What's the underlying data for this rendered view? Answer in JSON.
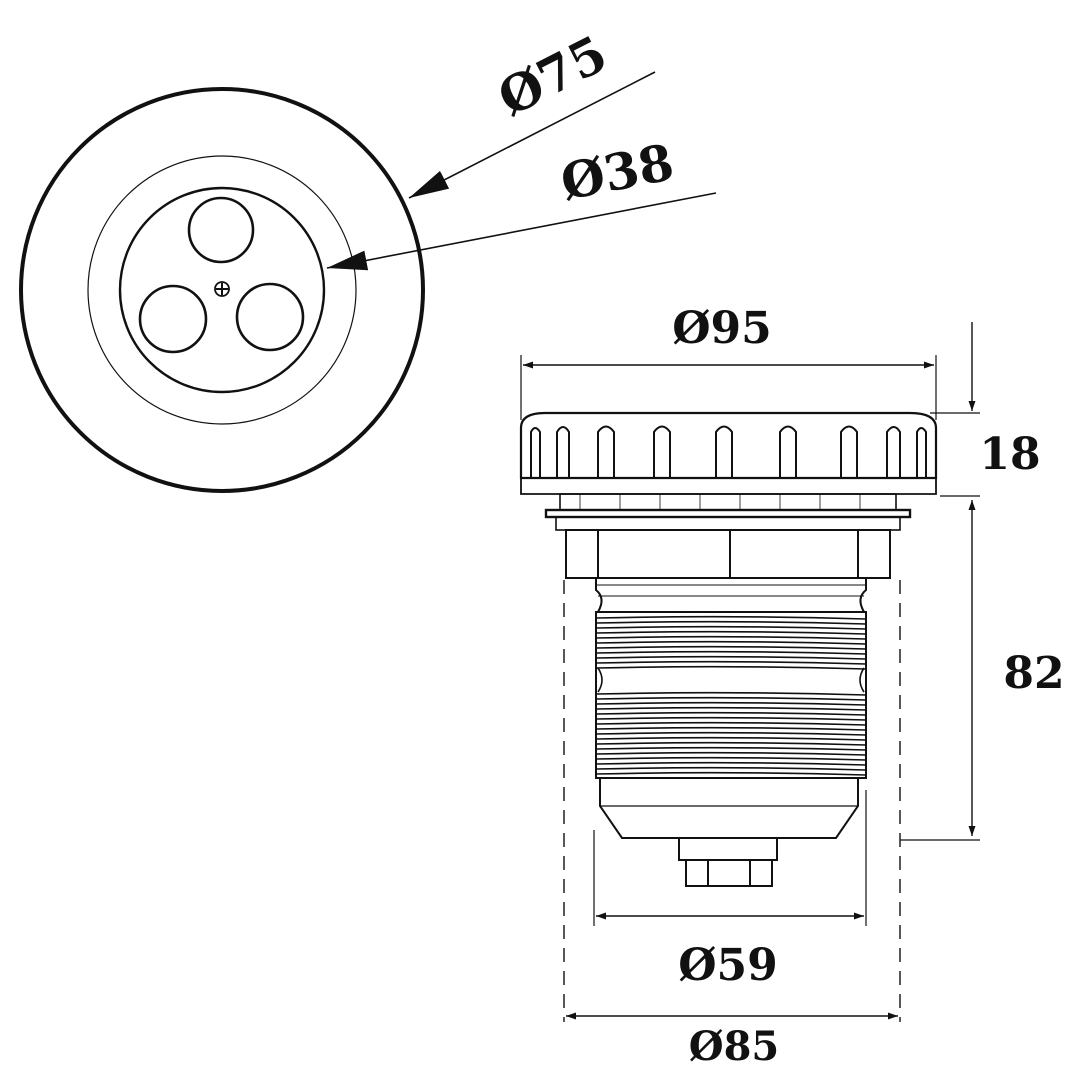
{
  "colors": {
    "line": "#111111",
    "background": "#ffffff"
  },
  "top_view": {
    "outer_diameter_label": "Ø75",
    "inner_diameter_label": "Ø38",
    "nozzle_count": 3,
    "center_icon": "screw-icon"
  },
  "side_view": {
    "top_diameter_label": "Ø95",
    "flange_height_label": "18",
    "body_height_label": "82",
    "bottom_diameter_label": "Ø59",
    "outer_diameter_label": "Ø85"
  }
}
